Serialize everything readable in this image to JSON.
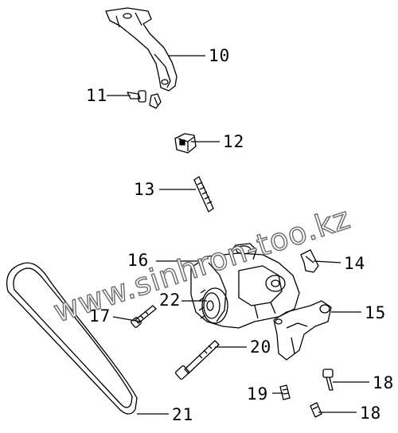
{
  "diagram": {
    "callouts": [
      {
        "id": "10",
        "label": "10"
      },
      {
        "id": "11",
        "label": "11"
      },
      {
        "id": "12",
        "label": "12"
      },
      {
        "id": "13",
        "label": "13"
      },
      {
        "id": "14",
        "label": "14"
      },
      {
        "id": "15",
        "label": "15"
      },
      {
        "id": "16",
        "label": "16"
      },
      {
        "id": "17",
        "label": "17"
      },
      {
        "id": "18a",
        "label": "18"
      },
      {
        "id": "18b",
        "label": "18"
      },
      {
        "id": "19",
        "label": "19"
      },
      {
        "id": "20",
        "label": "20"
      },
      {
        "id": "21",
        "label": "21"
      },
      {
        "id": "22",
        "label": "22"
      }
    ],
    "watermark": "www.sinhron-too.kz"
  }
}
